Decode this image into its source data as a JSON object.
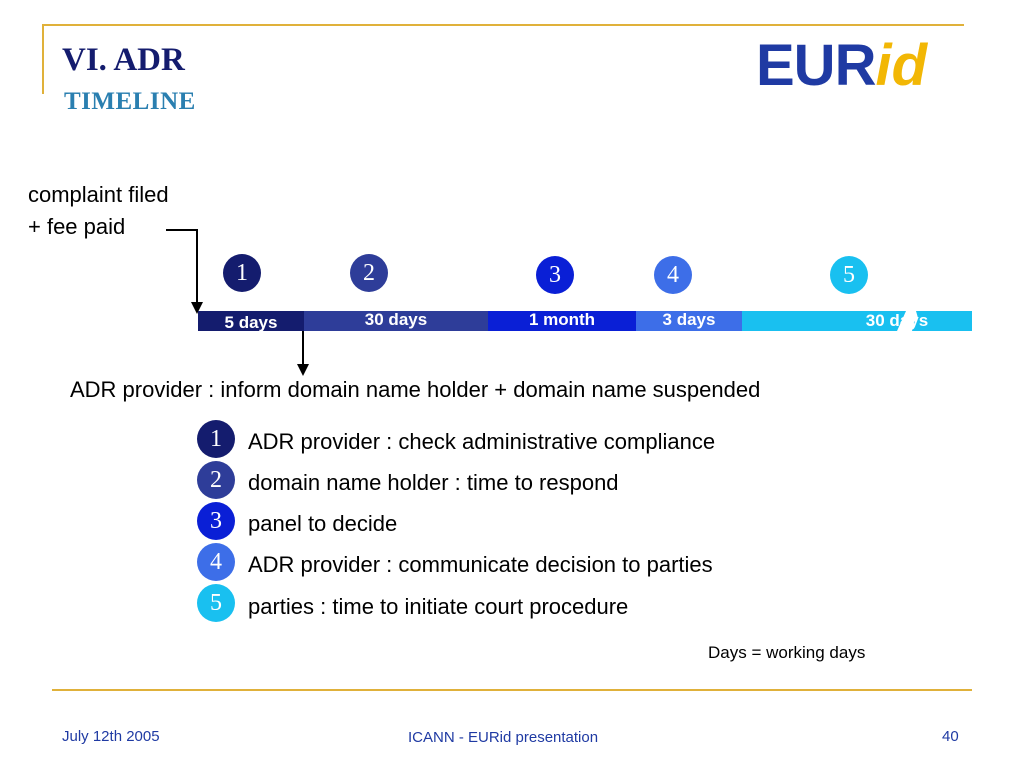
{
  "slide": {
    "title": "VI. ADR",
    "subtitle": "TIMELINE",
    "logo": {
      "part1": "EUR",
      "part2": "id"
    }
  },
  "annotations": {
    "complaint_line1": "complaint filed",
    "complaint_line2": "+ fee paid",
    "provider_inform": "ADR provider : inform domain name holder + domain name suspended"
  },
  "timeline": {
    "segments": [
      {
        "label": "5 days",
        "color": "#141c6e"
      },
      {
        "label": "30 days",
        "color": "#2e3d99"
      },
      {
        "label": "1 month",
        "color": "#0a1fd6"
      },
      {
        "label": "3 days",
        "color": "#3d6ee8"
      },
      {
        "label": "30 days",
        "color": "#19c0f0"
      }
    ],
    "markers": [
      "1",
      "2",
      "3",
      "4",
      "5"
    ]
  },
  "steps": [
    {
      "number": "1",
      "text": "ADR provider : check administrative compliance",
      "color": "#141c6e"
    },
    {
      "number": "2",
      "text": "domain name holder : time to respond",
      "color": "#2e3d99"
    },
    {
      "number": "3",
      "text": "panel to decide",
      "color": "#0a1fd6"
    },
    {
      "number": "4",
      "text": "ADR provider : communicate decision to parties",
      "color": "#3d6ee8"
    },
    {
      "number": "5",
      "text": "parties : time to initiate court procedure",
      "color": "#19c0f0"
    }
  ],
  "footnote": "Days = working days",
  "footer": {
    "date": "July 12th 2005",
    "center": "ICANN  - EURid  presentation",
    "page": "40"
  }
}
